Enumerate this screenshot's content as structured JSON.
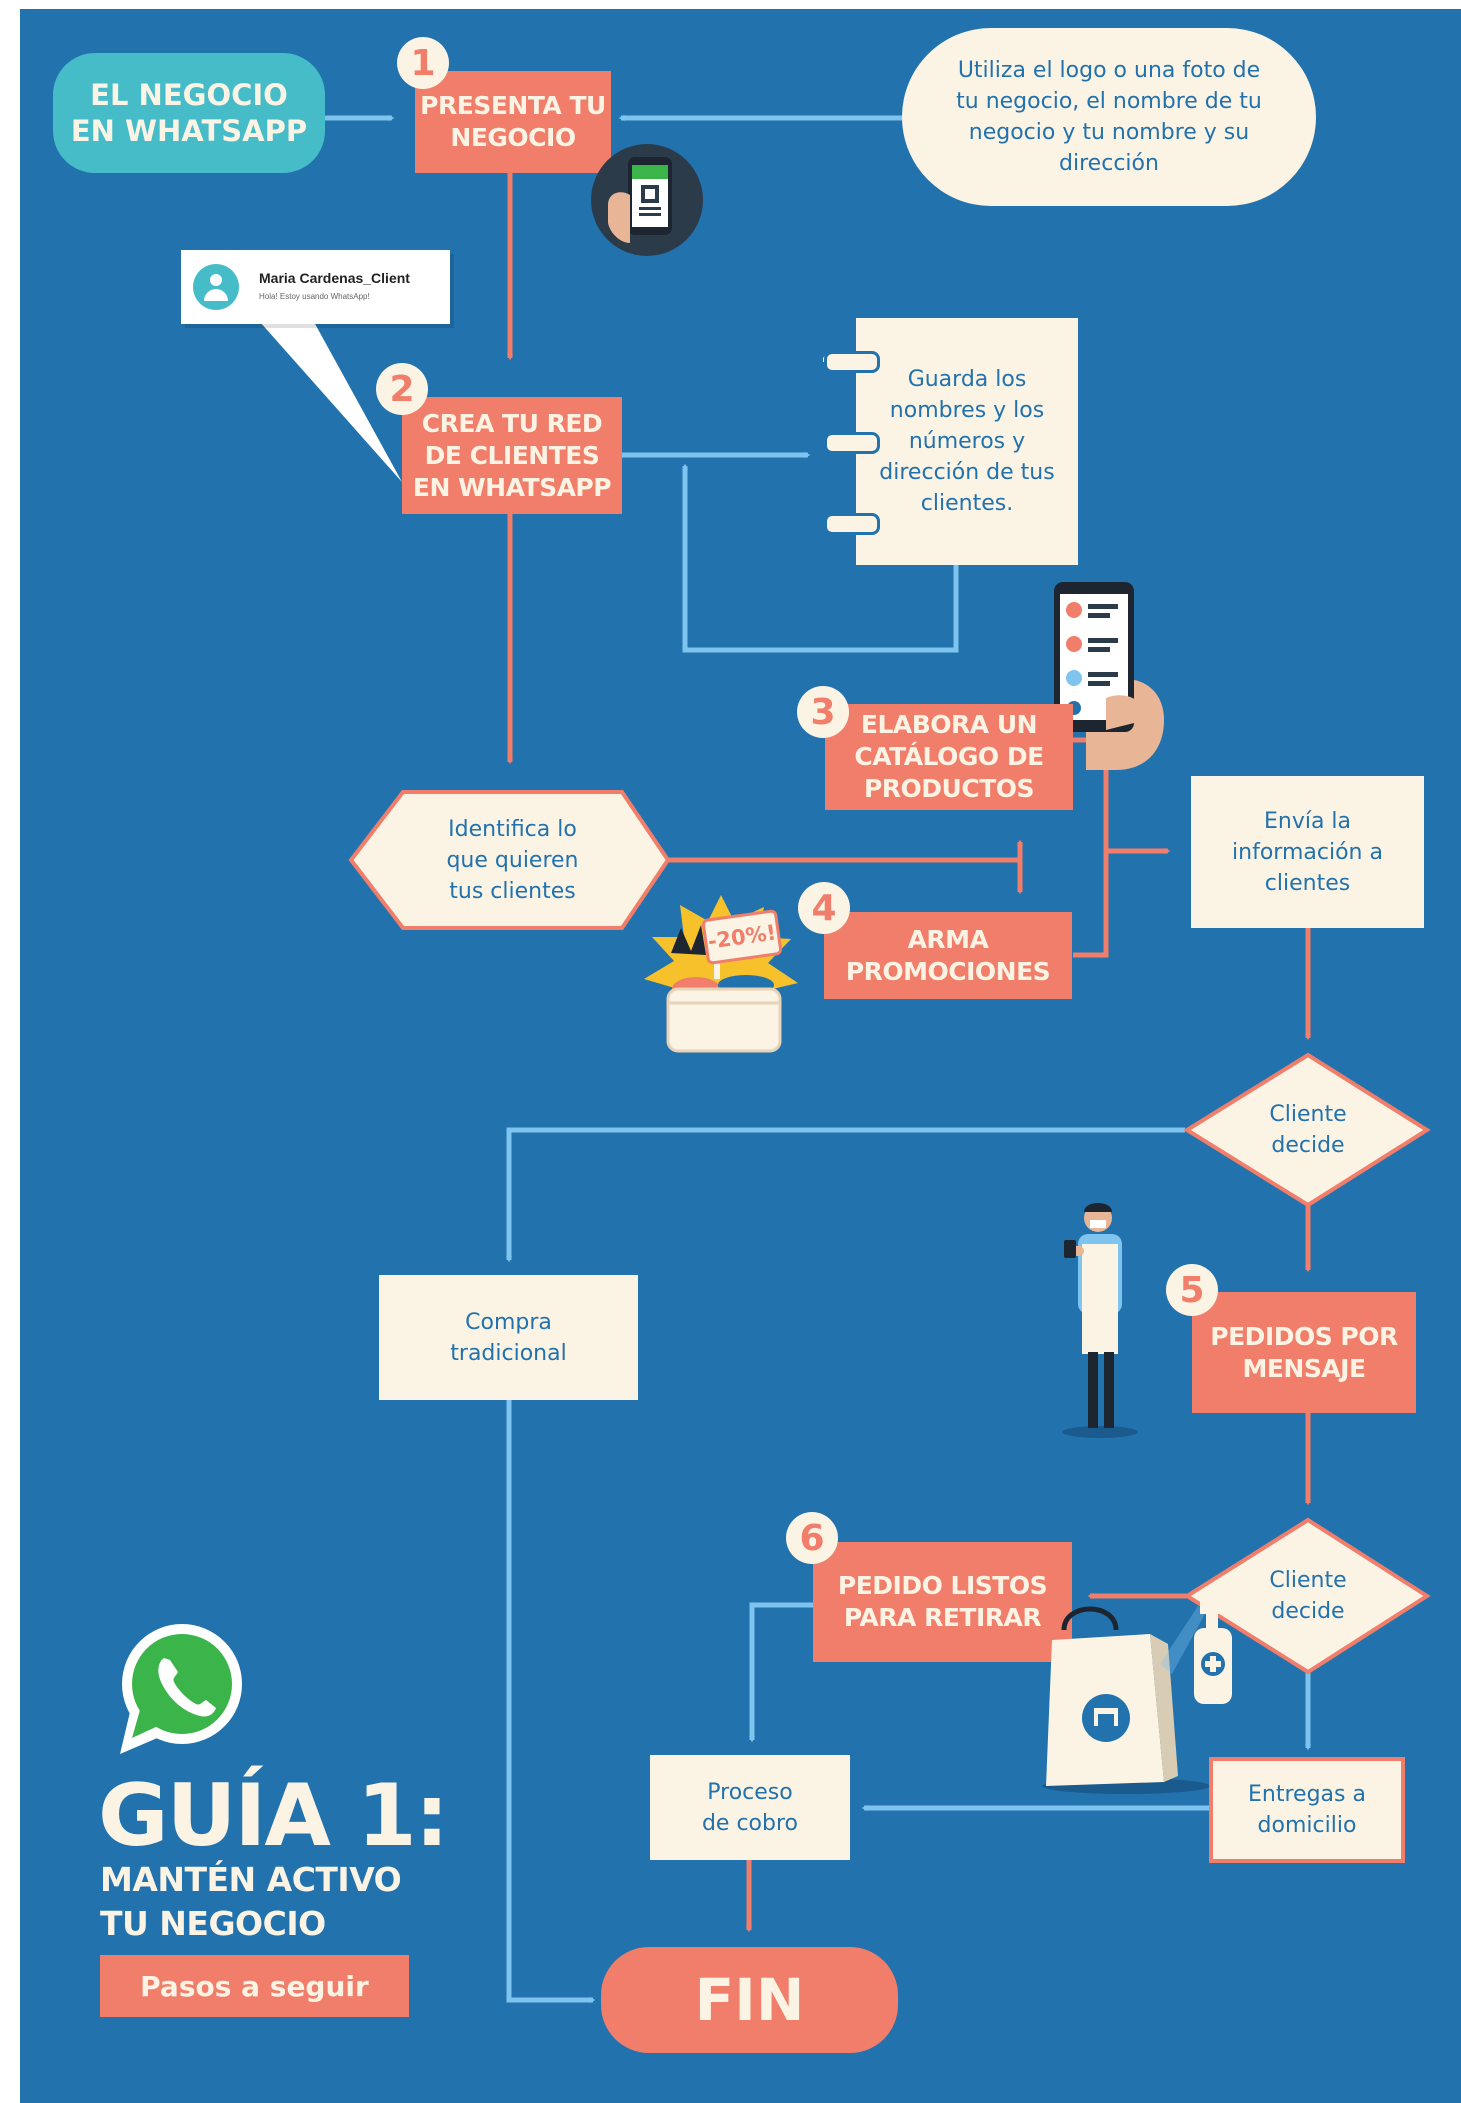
{
  "start": {
    "label": "EL NEGOCIO\nEN WHATSAPP"
  },
  "steps": {
    "s1": {
      "number": "1",
      "label": "PRESENTA TU\nNEGOCIO"
    },
    "s2": {
      "number": "2",
      "label": "CREA TU RED\nDE CLIENTES\nEN WHATSAPP"
    },
    "s3": {
      "number": "3",
      "label": "ELABORA UN\nCATÁLOGO DE\nPRODUCTOS"
    },
    "s4": {
      "number": "4",
      "label": "ARMA\nPROMOCIONES"
    },
    "s5": {
      "number": "5",
      "label": "PEDIDOS POR\nMENSAJE"
    },
    "s6": {
      "number": "6",
      "label": "PEDIDO LISTOS\nPARA RETIRAR"
    }
  },
  "notes": {
    "logo_note": "Utiliza el logo o una foto de\ntu negocio, el nombre de tu\nnegocio y tu nombre y su\ndirección",
    "notebook": "Guarda los\nnombres y los\nnúmeros y\ndirección de tus\nclientes.",
    "identify": "Identifica lo\nque quieren\ntus clientes",
    "send_info": "Envía la\ninformación a\nclientes",
    "decide_1": "Cliente\ndecide",
    "decide_2": "Cliente\ndecide",
    "traditional": "Compra\ntradicional",
    "delivery": "Entregas a\ndomicilio",
    "payment": "Proceso\nde cobro",
    "end": "FIN"
  },
  "contact_card": {
    "name": "Maria Cardenas_Client",
    "status": "Hola! Estoy usando WhatsApp!"
  },
  "promo_tag": "-20%!",
  "guide": {
    "title": "GUÍA 1:",
    "subtitle": "MANTÉN ACTIVO\nTU NEGOCIO",
    "button": "Pasos a seguir"
  },
  "icons": [
    "whatsapp-logo-icon",
    "phone-qr-icon",
    "phone-catalog-icon",
    "shopping-basket-icon",
    "shopkeeper-icon",
    "shopping-bag-icon",
    "sanitizer-spray-icon",
    "user-avatar-icon"
  ],
  "colors": {
    "background": "#2272ae",
    "step": "#f07e6a",
    "note": "#fbf3e4",
    "start": "#45bcc8",
    "connector_blue": "#7fc4ee",
    "whatsapp_green": "#3bb44a"
  }
}
